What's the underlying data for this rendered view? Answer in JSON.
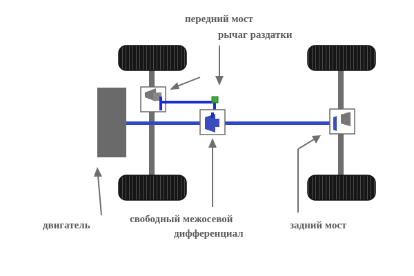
{
  "labels": {
    "front_axle": "передний мост",
    "transfer_lever": "рычаг раздатки",
    "engine": "двигатель",
    "center_diff_line1": "свободный межосевой",
    "center_diff_line2": "дифференциал",
    "rear_axle": "задний мост"
  },
  "colors": {
    "tire": "#161616",
    "tire_tread": "#555555",
    "axle": "#6e6e6e",
    "engine": "#6a6a6a",
    "driveshaft": "#3048c8",
    "lever_link": "#1a2ed6",
    "lever_knob": "#3fa73f",
    "gear": "#3a4cc0",
    "arrow": "#6f6f6f",
    "label": "#5a5a5a"
  }
}
